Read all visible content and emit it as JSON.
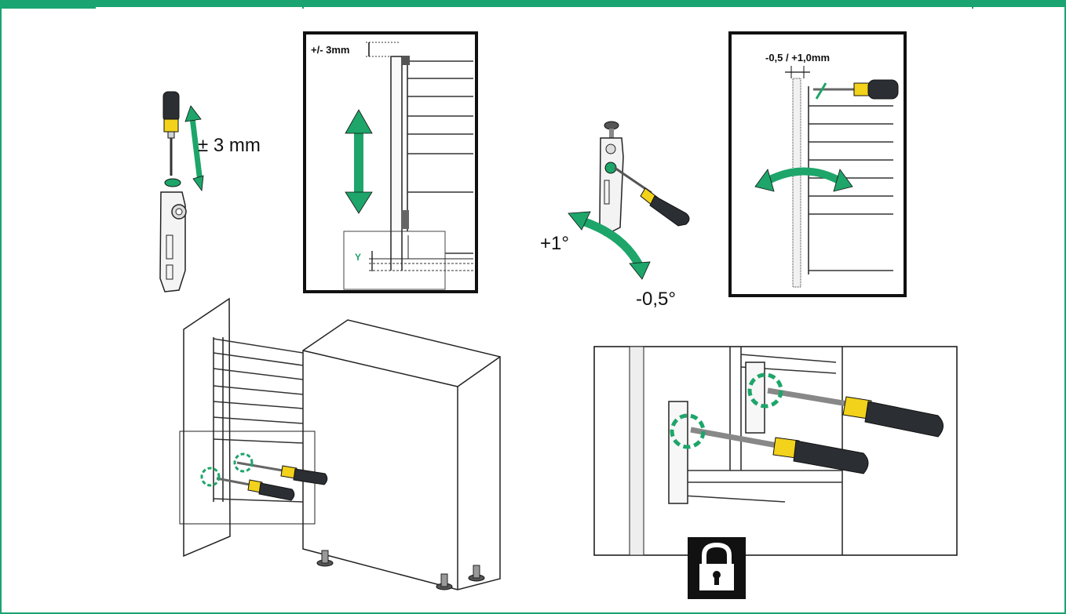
{
  "labels": {
    "height_adjust_tool": "± 3 mm",
    "height_adjust_panel": "+/- 3mm",
    "tilt_plus": "+1°",
    "tilt_minus": "-0,5°",
    "side_adjust_panel": "-0,5 / +1,0mm",
    "detail_y": "Y"
  },
  "colors": {
    "brand_green": "#1aa471",
    "arrow_green": "#1ea56a",
    "handle_yellow": "#f2d21b",
    "handle_black": "#2b2f33",
    "line": "#222222"
  },
  "icons": {
    "lock": "padlock-icon"
  }
}
